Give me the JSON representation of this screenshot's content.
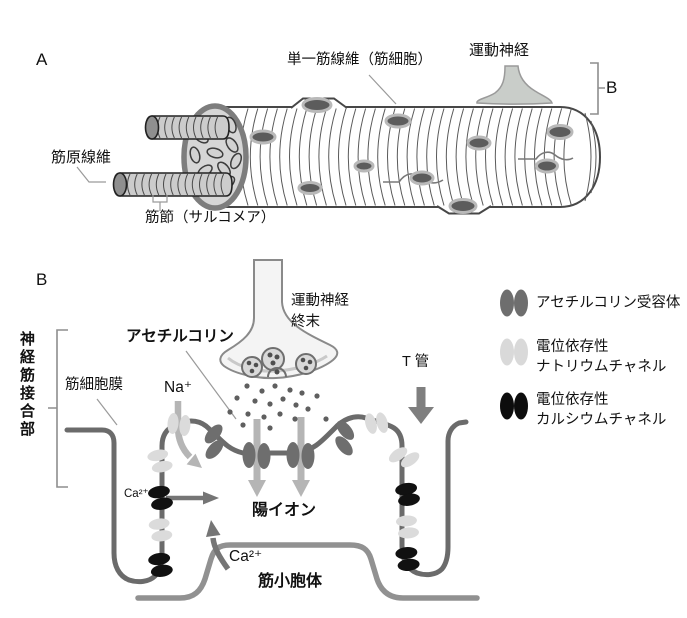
{
  "panel_a": {
    "section_label": "A",
    "fiber_label": "単一筋線維（筋細胞）",
    "motor_nerve_label": "運動神経",
    "myofibril_label": "筋原線維",
    "sarcomere_label": "筋節（サルコメア）",
    "bracket_label": "B"
  },
  "panel_b": {
    "section_label": "B",
    "nmj_label": "神経筋接合部",
    "membrane_label": "筋細胞膜",
    "ach_label": "アセチルコリン",
    "terminal_label": "運動神経\n終末",
    "na_label": "Na⁺",
    "ca_channel_label": "Ca²⁺",
    "cation_label": "陽イオン",
    "ca_release_label": "Ca²⁺",
    "sr_label": "筋小胞体",
    "t_tubule_label": "T 管",
    "legend": {
      "items": [
        {
          "name": "ach-receptor",
          "label": "アセチルコリン受容体",
          "color": "#6e6e6e"
        },
        {
          "name": "na-channel",
          "label": "電位依存性\nナトリウムチャネル",
          "color": "#d9d9d9"
        },
        {
          "name": "ca-channel",
          "label": "電位依存性\nカルシウムチャネル",
          "color": "#0d0d0d"
        }
      ]
    }
  },
  "colors": {
    "membrane": "#6b6b6b",
    "sarcoplasmic_reticulum": "#919191",
    "cation_arrow": "#b5b5b5",
    "ca_arrow": "#757575",
    "text": "#111111"
  }
}
